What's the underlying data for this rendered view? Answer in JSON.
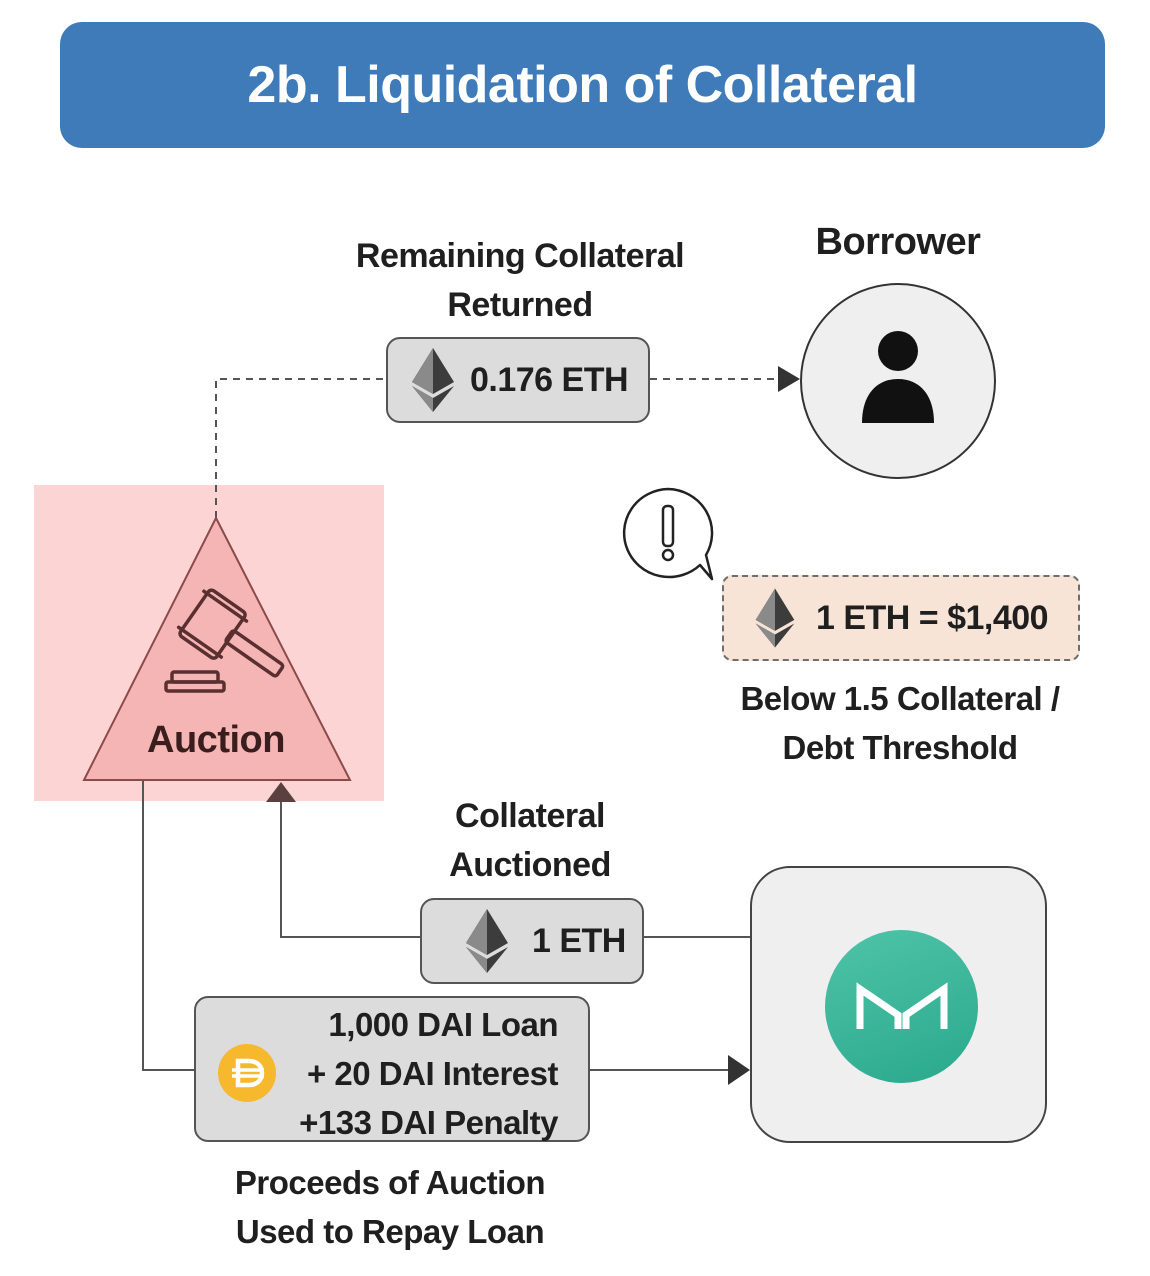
{
  "title": "2b. Liquidation of Collateral",
  "top_flow": {
    "label_line1": "Remaining Collateral",
    "label_line2": "Returned",
    "amount": "0.176 ETH"
  },
  "borrower": {
    "label": "Borrower"
  },
  "price_alert": {
    "price": "1 ETH = $1,400",
    "caption_line1": "Below 1.5 Collateral /",
    "caption_line2": "Debt Threshold"
  },
  "auction": {
    "label": "Auction",
    "highlight_color": "#fcd4d4"
  },
  "collateral_flow": {
    "label_line1": "Collateral",
    "label_line2": "Auctioned",
    "amount": "1 ETH"
  },
  "repay_flow": {
    "line1": "1,000 DAI Loan",
    "line2": "+ 20 DAI Interest",
    "line3": "+133 DAI Penalty",
    "caption_line1": "Proceeds of Auction",
    "caption_line2": "Used to Repay Loan"
  },
  "colors": {
    "title_bar": "#3f7bb8",
    "pill_bg": "#dcdcdc",
    "price_bg": "#f7e4d6",
    "maker_green": "#2aa98d",
    "dai_gold": "#f6b82c"
  },
  "icons": [
    "ethereum-icon",
    "user-icon",
    "exclamation-bubble-icon",
    "gavel-icon",
    "dai-icon",
    "maker-logo-icon"
  ]
}
